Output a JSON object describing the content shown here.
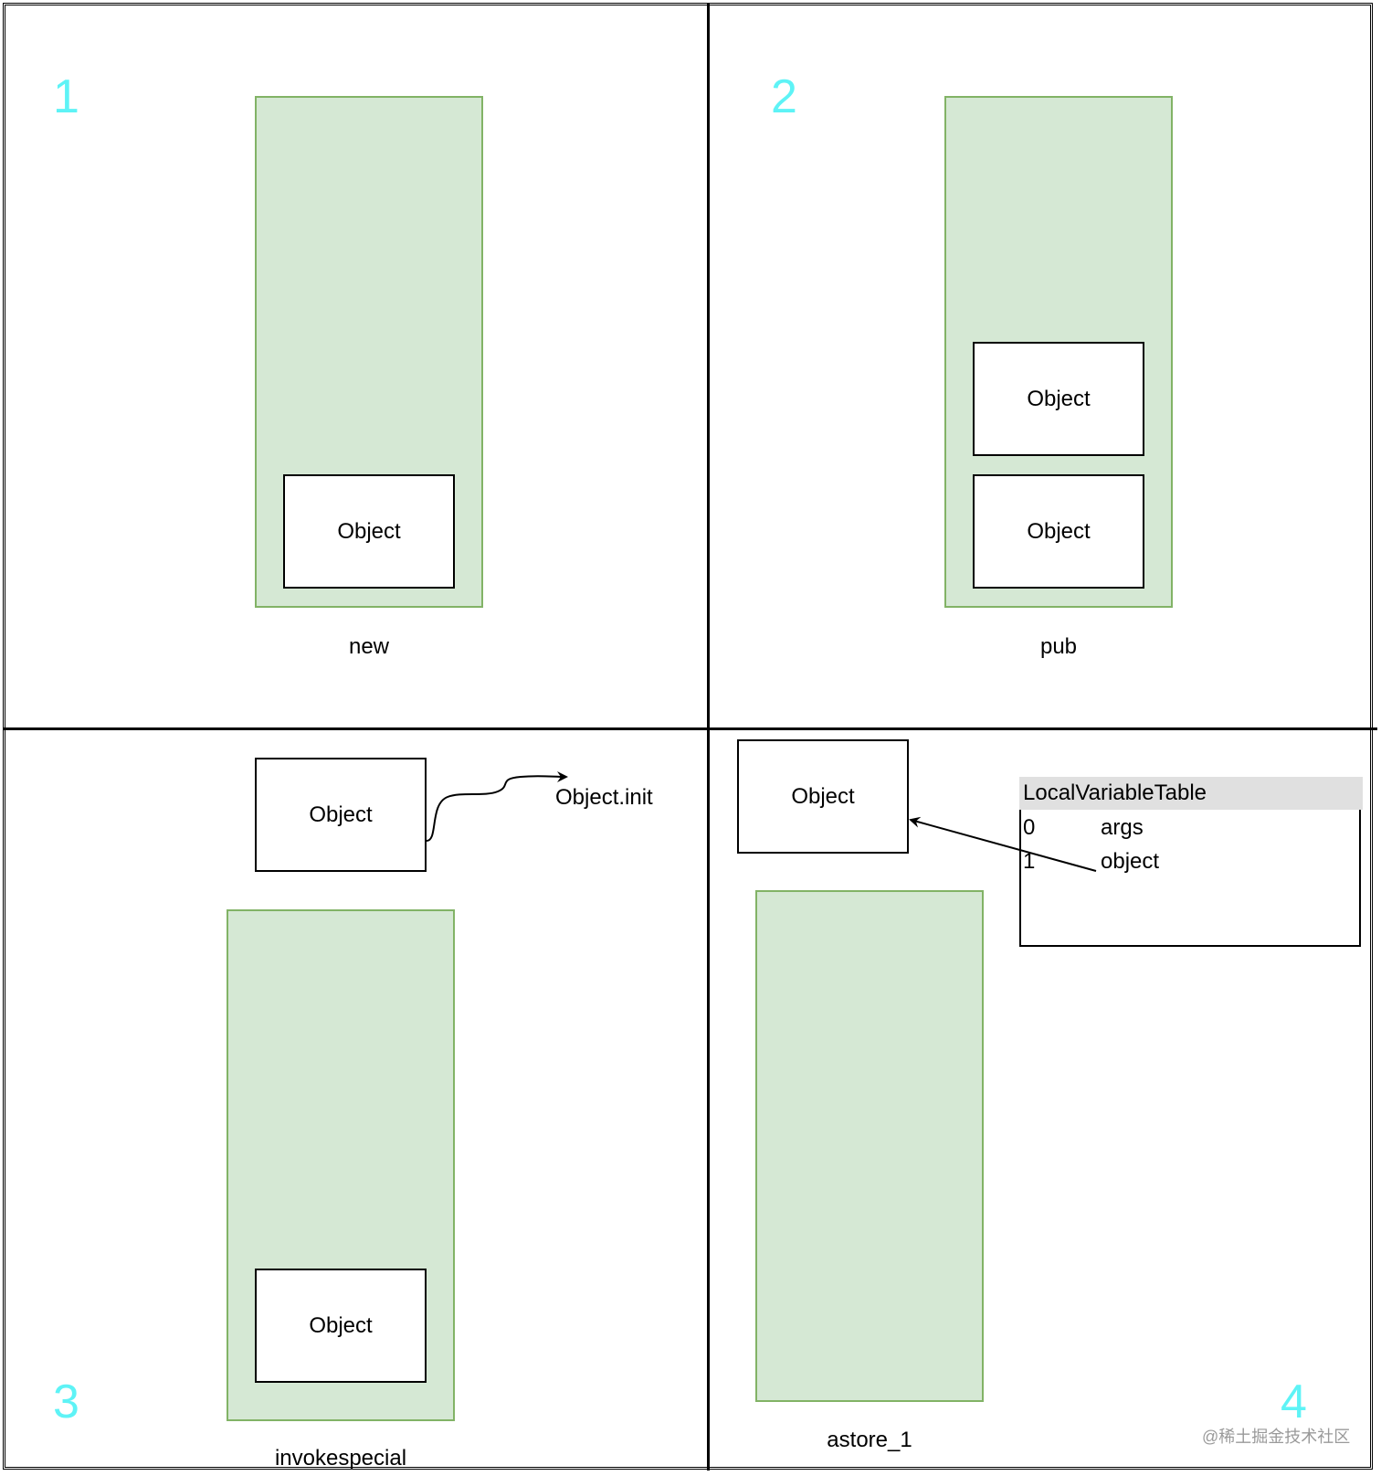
{
  "quadrants": [
    {
      "number": "1",
      "caption": "new",
      "objects": [
        "Object"
      ]
    },
    {
      "number": "2",
      "caption": "pub",
      "objects": [
        "Object",
        "Object"
      ]
    },
    {
      "number": "3",
      "caption": "invokespecial",
      "objects": [
        "Object",
        "Object"
      ],
      "call_target": "Object.init"
    },
    {
      "number": "4",
      "caption": "astore_1",
      "objects": [
        "Object"
      ]
    }
  ],
  "local_variable_table": {
    "title": "LocalVariableTable",
    "rows": [
      {
        "index": "0",
        "name": "args"
      },
      {
        "index": "1",
        "name": "object"
      }
    ]
  },
  "watermark": "@稀土掘金技术社区",
  "colors": {
    "stack_fill": "#d5e8d4",
    "stack_border": "#82b366",
    "number_color": "#5ef3f6",
    "table_header": "#e0e0e0"
  }
}
